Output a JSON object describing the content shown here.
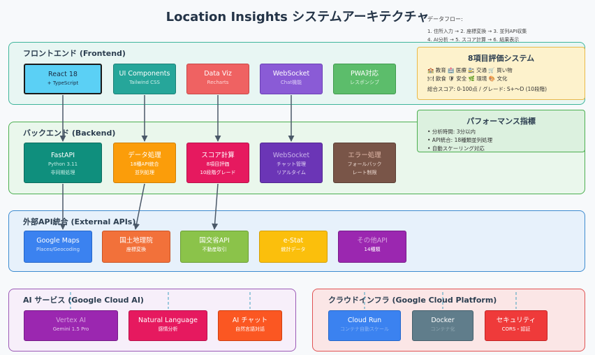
{
  "title": "Location Insights システムアーキテクチャ",
  "data_flow": {
    "heading": "データフロー:",
    "line1": "1. 住所入力 → 2. 座標変換 → 3. 並列API収集",
    "line2": "4. AI分析 → 5. スコア計算 → 6. 結果表示"
  },
  "frontend": {
    "label": "フロントエンド (Frontend)",
    "boxes": [
      {
        "name": "React 18",
        "sub": "+ TypeScript"
      },
      {
        "name": "UI Components",
        "sub": "Tailwind CSS"
      },
      {
        "name": "Data Viz",
        "sub": "Recharts"
      },
      {
        "name": "WebSocket",
        "sub": "Chat機能"
      },
      {
        "name": "PWA対応",
        "sub": "レスポンシブ"
      }
    ]
  },
  "backend": {
    "label": "バックエンド (Backend)",
    "boxes": [
      {
        "name": "FastAPI",
        "sub1": "Python 3.11",
        "sub2": "非同期処理"
      },
      {
        "name": "データ処理",
        "sub1": "18種API統合",
        "sub2": "並列処理"
      },
      {
        "name": "スコア計算",
        "sub1": "8項目評価",
        "sub2": "10段階グレード"
      },
      {
        "name": "WebSocket",
        "sub1": "チャット管理",
        "sub2": "リアルタイム"
      },
      {
        "name": "エラー処理",
        "sub1": "フォールバック",
        "sub2": "レート制限"
      }
    ]
  },
  "external": {
    "label": "外部API統合 (External APIs)",
    "boxes": [
      {
        "name": "Google Maps",
        "sub": "Places/Geocoding"
      },
      {
        "name": "国土地理院",
        "sub": "座標変換"
      },
      {
        "name": "国交省API",
        "sub": "不動産取引"
      },
      {
        "name": "e-Stat",
        "sub": "統計データ"
      },
      {
        "name": "その他API",
        "sub": "14種類"
      }
    ]
  },
  "ai": {
    "label": "AI サービス (Google Cloud AI)",
    "boxes": [
      {
        "name": "Vertex AI",
        "sub": "Gemini 1.5 Pro"
      },
      {
        "name": "Natural Language",
        "sub": "感情分析"
      },
      {
        "name": "AI チャット",
        "sub": "自然言語対話"
      }
    ]
  },
  "cloud": {
    "label": "クラウドインフラ (Google Cloud Platform)",
    "boxes": [
      {
        "name": "Cloud Run",
        "sub": "コンテナ自動スケール"
      },
      {
        "name": "Docker",
        "sub": "コンテナ化"
      },
      {
        "name": "セキュリティ",
        "sub": "CORS・認証"
      }
    ]
  },
  "eval_panel": {
    "title": "8項目評価システム",
    "row1": [
      "教育",
      "医療",
      "交通",
      "買い物"
    ],
    "row2": [
      "飲食",
      "安全",
      "環境",
      "文化"
    ],
    "footer": "総合スコア: 0-100点 / グレード: S+〜D (10段階)"
  },
  "perf_panel": {
    "title": "パフォーマンス指標",
    "items": [
      "• 分析時間: 3分以内",
      "• API統合: 18種類並列処理",
      "• 自動スケーリング対応"
    ]
  },
  "colors": {
    "frontend_bg": "#e8f6f3",
    "frontend_border": "#3fb59b",
    "backend_bg": "#eaf7ec",
    "backend_border": "#4caf50",
    "external_bg": "#e7f1fb",
    "external_border": "#3d8bd0",
    "ai_bg": "#f7effa",
    "ai_border": "#9b59b6",
    "cloud_bg": "#fbe6e6",
    "cloud_border": "#e05252"
  }
}
